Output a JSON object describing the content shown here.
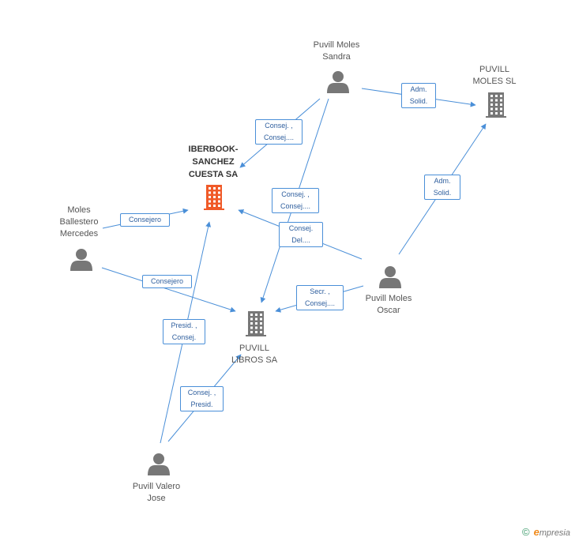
{
  "colors": {
    "edge": "#4a8fd8",
    "company_main": "#f05a28",
    "company": "#777777",
    "person": "#777777"
  },
  "nodes": {
    "iberbook": {
      "type": "company-main",
      "icon": "building-icon",
      "label": "IBERBOOK-\nSANCHEZ\nCUESTA SA"
    },
    "puvill_moles_sl": {
      "type": "company",
      "icon": "building-icon",
      "label": "PUVILL\nMOLES SL"
    },
    "puvill_libros": {
      "type": "company",
      "icon": "building-icon",
      "label": "PUVILL\nLIBROS SA"
    },
    "sandra": {
      "type": "person",
      "icon": "person-icon",
      "label": "Puvill Moles\nSandra"
    },
    "mercedes": {
      "type": "person",
      "icon": "person-icon",
      "label": "Moles\nBallestero\nMercedes"
    },
    "oscar": {
      "type": "person",
      "icon": "person-icon",
      "label": "Puvill Moles\nOscar"
    },
    "jose": {
      "type": "person",
      "icon": "person-icon",
      "label": "Puvill Valero\nJose"
    }
  },
  "edges": [
    {
      "id": "sandra_moles_sl",
      "label": "Adm.\nSolid."
    },
    {
      "id": "sandra_iberbook",
      "label": "Consej. ,\nConsej...."
    },
    {
      "id": "sandra_libros",
      "label": "Consej. ,\nConsej...."
    },
    {
      "id": "oscar_iberbook",
      "label": "Consej.\nDel...."
    },
    {
      "id": "oscar_moles_sl",
      "label": "Adm.\nSolid."
    },
    {
      "id": "oscar_libros",
      "label": "Secr. ,\nConsej...."
    },
    {
      "id": "mercedes_iberbook",
      "label": "Consejero"
    },
    {
      "id": "mercedes_libros",
      "label": "Consejero"
    },
    {
      "id": "jose_iberbook",
      "label": "Presid. ,\nConsej."
    },
    {
      "id": "jose_libros",
      "label": "Consej. ,\nPresid."
    }
  ],
  "footer": {
    "copyright": "©",
    "brand_initial": "e",
    "brand_rest": "mpresia"
  }
}
